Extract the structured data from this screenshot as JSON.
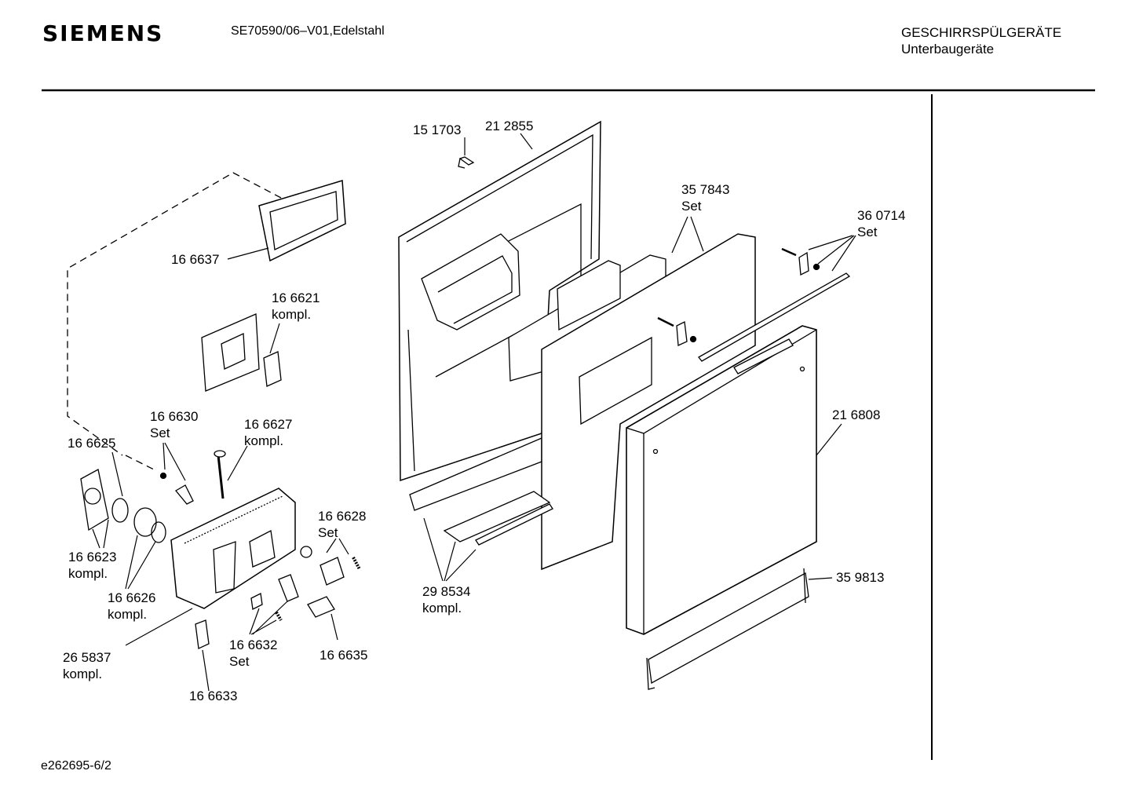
{
  "header": {
    "brand": "SIEMENS",
    "model": "SE70590/06–V01,Edelstahl",
    "category": "GESCHIRRSPÜLGERÄTE",
    "subcategory": "Unterbaugeräte"
  },
  "footer": {
    "drawing_id": "e262695-6/2"
  },
  "parts": [
    {
      "number": "15 1703",
      "note": ""
    },
    {
      "number": "21 2855",
      "note": ""
    },
    {
      "number": "35 7843",
      "note": "Set"
    },
    {
      "number": "36 0714",
      "note": "Set"
    },
    {
      "number": "16 6637",
      "note": ""
    },
    {
      "number": "16 6621",
      "note": "kompl."
    },
    {
      "number": "16 6630",
      "note": "Set"
    },
    {
      "number": "16 6627",
      "note": "kompl."
    },
    {
      "number": "16 6625",
      "note": ""
    },
    {
      "number": "21 6808",
      "note": ""
    },
    {
      "number": "16 6628",
      "note": "Set"
    },
    {
      "number": "16 6623",
      "note": "kompl."
    },
    {
      "number": "16 6626",
      "note": "kompl."
    },
    {
      "number": "29 8534",
      "note": "kompl."
    },
    {
      "number": "35 9813",
      "note": ""
    },
    {
      "number": "26 5837",
      "note": "kompl."
    },
    {
      "number": "16 6632",
      "note": "Set"
    },
    {
      "number": "16 6635",
      "note": ""
    },
    {
      "number": "16 6633",
      "note": ""
    }
  ]
}
